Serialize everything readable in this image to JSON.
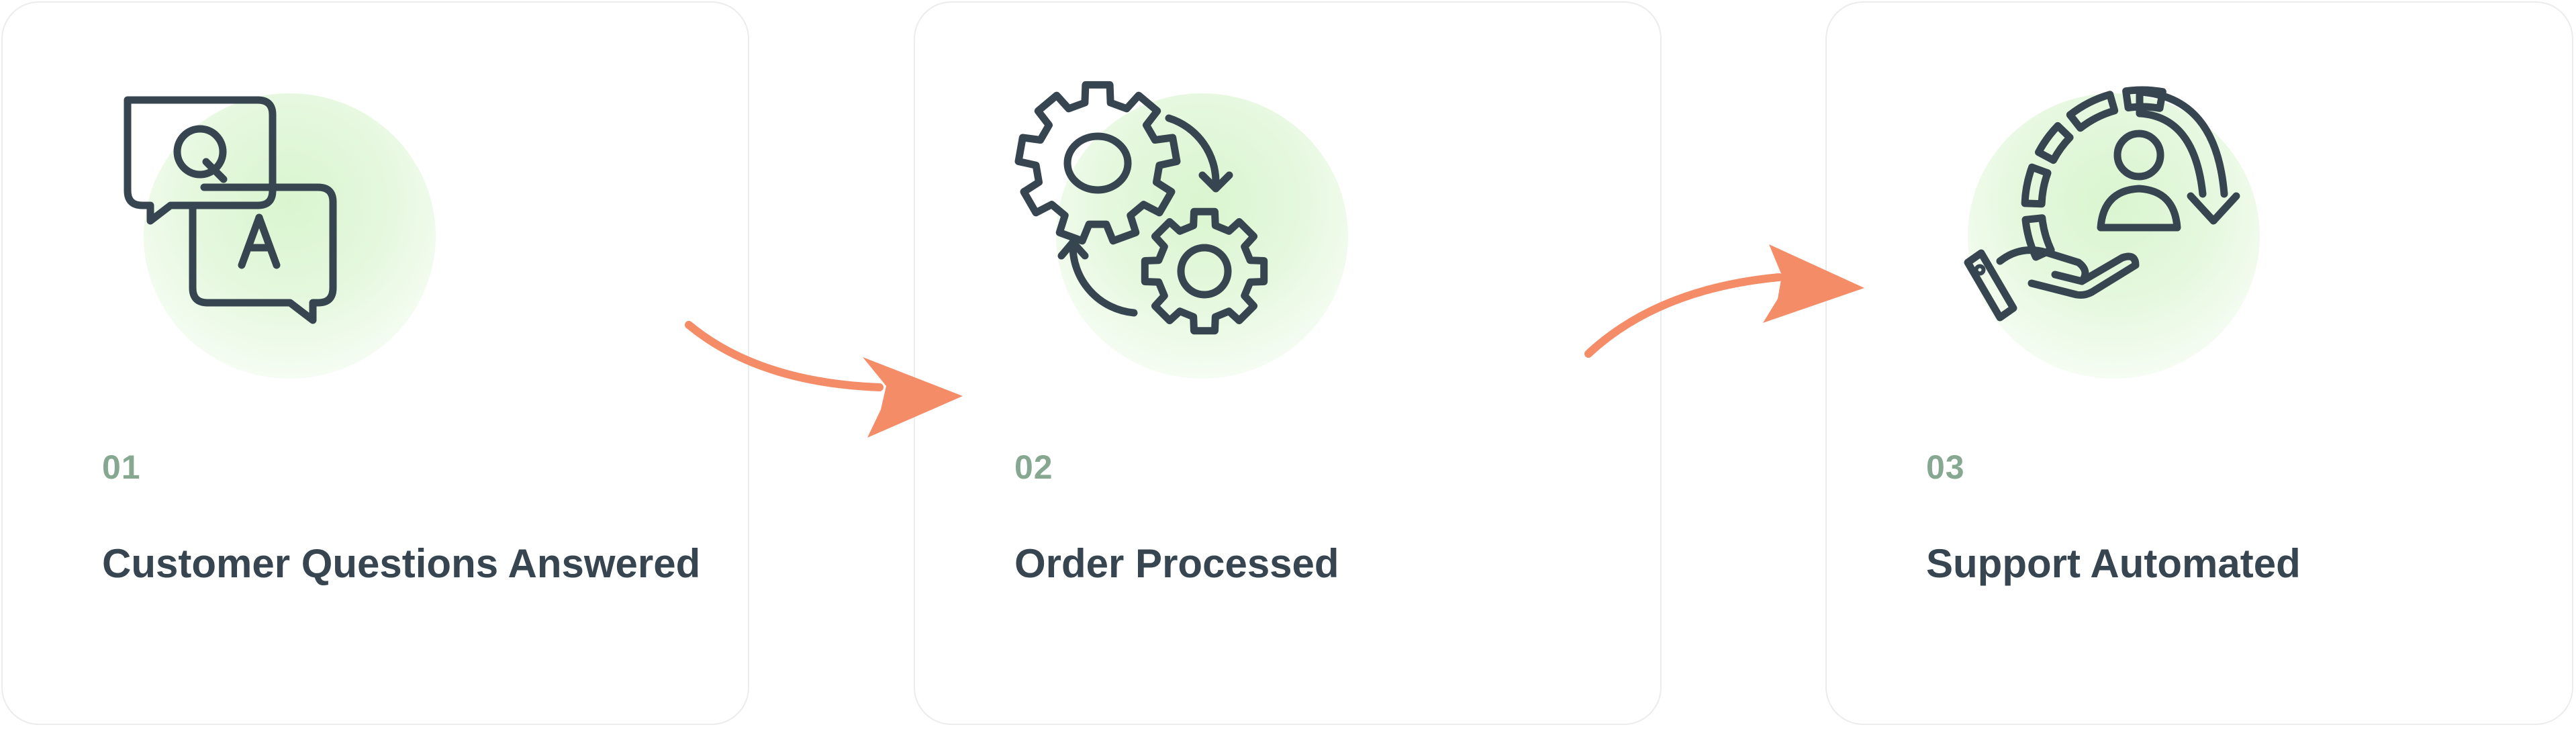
{
  "steps": [
    {
      "number": "01",
      "title": "Customer Questions Answered",
      "icon": "qa-chat-bubbles-icon",
      "q_letter": "Q",
      "a_letter": "A"
    },
    {
      "number": "02",
      "title": "Order Processed",
      "icon": "gears-cycle-icon"
    },
    {
      "number": "03",
      "title": "Support Automated",
      "icon": "support-hand-user-icon"
    }
  ],
  "colors": {
    "icon_stroke": "#36454f",
    "step_number": "#86a891",
    "title": "#36454f",
    "arrow": "#f58c68",
    "blob": "#dff6d6",
    "card_border": "#ececec"
  }
}
